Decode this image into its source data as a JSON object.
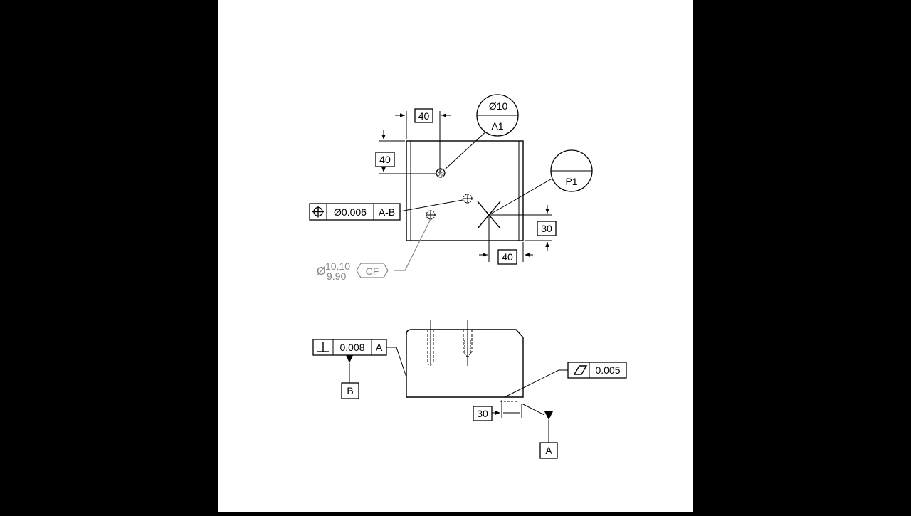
{
  "drawing": {
    "top_view": {
      "dim_hole_x": "40",
      "dim_hole_y": "40",
      "balloon_a1_top": "Ø10",
      "balloon_a1_bottom": "A1",
      "balloon_p1_top": "",
      "balloon_p1_bottom": "P1",
      "fcf_position": {
        "symbol": "position",
        "tolerance": "Ø0.006",
        "datum": "A-B"
      },
      "dim_point_y": "30",
      "dim_point_x": "40",
      "hole_callout": {
        "diameter_symbol": "Ø",
        "upper": "10.10",
        "lower": "9.90",
        "tag": "CF"
      }
    },
    "front_view": {
      "fcf_perpendicularity": {
        "symbol": "perpendicularity",
        "tolerance": "0.008",
        "datum": "A"
      },
      "datum_b": "B",
      "fcf_flatness": {
        "symbol": "flatness",
        "tolerance": "0.005"
      },
      "dim_datum_a": "30",
      "datum_a": "A"
    }
  }
}
